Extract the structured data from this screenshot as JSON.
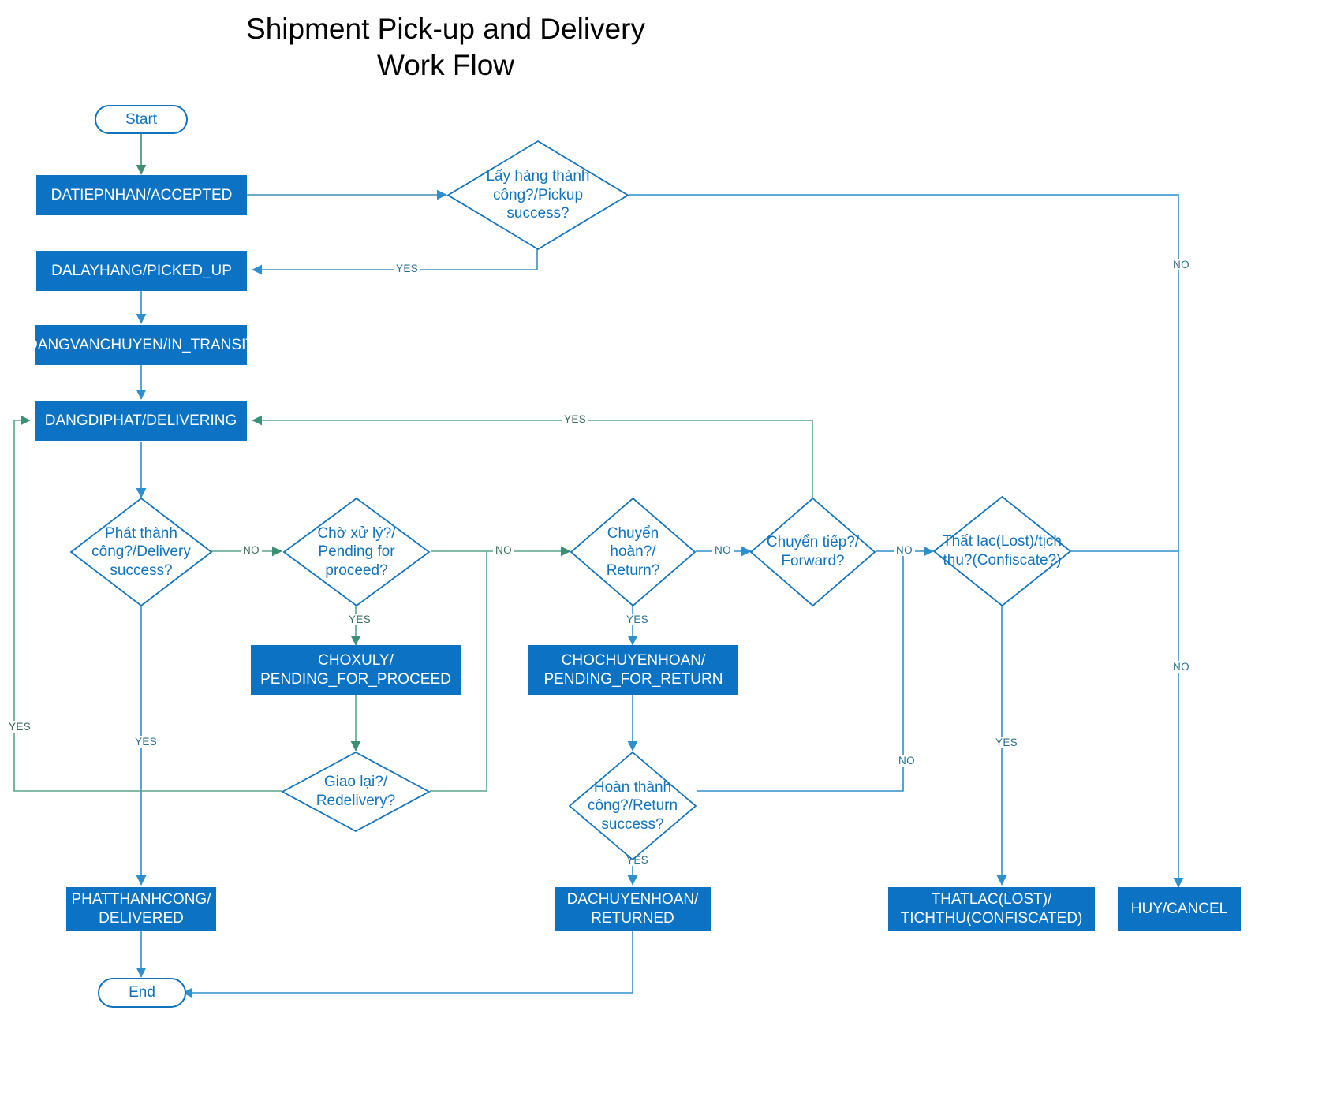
{
  "diagram": {
    "title_line1": "Shipment Pick-up and Delivery",
    "title_line2": "Work Flow",
    "colors": {
      "process_fill": "#0b72c4",
      "process_text": "#ffffff",
      "decision_stroke": "#1273bd",
      "decision_text": "#1273bd",
      "terminator_stroke": "#1273bd",
      "connector_blue": "#2d8fce",
      "connector_green": "#5aa38c",
      "title_text": "#000000",
      "label_text": "#2b6f8e",
      "background": "#ffffff"
    }
  },
  "nodes": {
    "start": {
      "label": "Start",
      "type": "terminator"
    },
    "end": {
      "label": "End",
      "type": "terminator"
    },
    "accepted": {
      "label": "DATIEPNHAN/ACCEPTED",
      "type": "process"
    },
    "picked_up": {
      "label": "DALAYHANG/PICKED_UP",
      "type": "process"
    },
    "in_transit": {
      "label": "DANGVANCHUYEN/IN_TRANSIT",
      "type": "process"
    },
    "delivering": {
      "label": "DANGDIPHAT/DELIVERING",
      "type": "process"
    },
    "choxuly": {
      "line1": "CHOXULY/",
      "line2": "PENDING_FOR_PROCEED",
      "type": "process"
    },
    "chochuyenhoan": {
      "line1": "CHOCHUYENHOAN/",
      "line2": "PENDING_FOR_RETURN",
      "type": "process"
    },
    "delivered": {
      "line1": "PHATTHANHCONG/",
      "line2": "DELIVERED",
      "type": "process"
    },
    "returned": {
      "line1": "DACHUYENHOAN/",
      "line2": "RETURNED",
      "type": "process"
    },
    "lost": {
      "line1": "THATLAC(LOST)/",
      "line2": "TICHTHU(CONFISCATED)",
      "type": "process"
    },
    "cancel": {
      "label": "HUY/CANCEL",
      "type": "process"
    },
    "pickup_success": {
      "line1": "Lấy hàng thành",
      "line2": "công?/Pickup",
      "line3": "success?",
      "type": "decision"
    },
    "delivery_success": {
      "line1": "Phát thành",
      "line2": "công?/Delivery",
      "line3": "success?",
      "type": "decision"
    },
    "pending_proceed": {
      "line1": "Chờ xử lý?/",
      "line2": "Pending for",
      "line3": "proceed?",
      "type": "decision"
    },
    "return_q": {
      "line1": "Chuyển",
      "line2": "hoàn?/",
      "line3": "Return?",
      "type": "decision"
    },
    "forward_q": {
      "line1": "Chuyển tiếp?/",
      "line2": "Forward?",
      "type": "decision"
    },
    "lost_q": {
      "line1": "Thất lạc(Lost)/tịch",
      "line2": "thu?(Confiscate?)",
      "type": "decision"
    },
    "redelivery_q": {
      "line1": "Giao lại?/",
      "line2": "Redelivery?",
      "type": "decision"
    },
    "return_success_q": {
      "line1": "Hoàn thành",
      "line2": "công?/Return",
      "line3": "success?",
      "type": "decision"
    }
  },
  "edge_labels": {
    "pickup_yes": "YES",
    "pickup_no": "NO",
    "delivery_no": "NO",
    "delivery_yes": "YES",
    "pending_yes": "YES",
    "pending_no": "NO",
    "return_yes": "YES",
    "return_no": "NO",
    "forward_yes": "YES",
    "forward_no": "NO",
    "lost_yes": "YES",
    "lost_no": "NO",
    "redelivery_yes": "YES",
    "return_success_yes": "YES",
    "return_success_no": "NO"
  }
}
